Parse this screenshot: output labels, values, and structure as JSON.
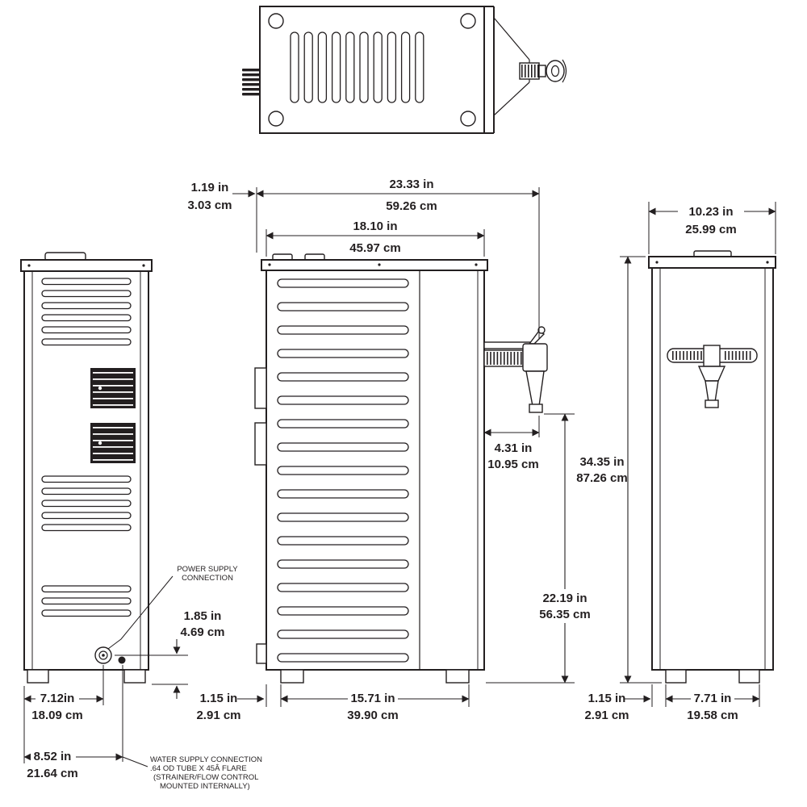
{
  "colors": {
    "ink": "#231f20",
    "paper": "#ffffff"
  },
  "dims": {
    "top_offset": {
      "in": "1.19 in",
      "cm": "3.03 cm"
    },
    "overall_depth": {
      "in": "23.33 in",
      "cm": "59.26 cm"
    },
    "cabinet_depth": {
      "in": "18.10 in",
      "cm": "45.97 cm"
    },
    "cabinet_width": {
      "in": "10.23 in",
      "cm": "25.99 cm"
    },
    "faucet_projection": {
      "in": "4.31 in",
      "cm": "10.95 cm"
    },
    "overall_height": {
      "in": "34.35 in",
      "cm": "87.26 cm"
    },
    "faucet_height": {
      "in": "22.19 in",
      "cm": "56.35 cm"
    },
    "power_conn_height": {
      "in": "1.85 in",
      "cm": "4.69 cm"
    },
    "power_conn_offset": {
      "in": "7.12in",
      "cm": "18.09 cm"
    },
    "water_conn_offset": {
      "in": "8.52 in",
      "cm": "21.64 cm"
    },
    "side_foot_inset": {
      "in": "1.15 in",
      "cm": "2.91 cm"
    },
    "foot_span_depth": {
      "in": "15.71 in",
      "cm": "39.90 cm"
    },
    "front_foot_inset": {
      "in": "1.15 in",
      "cm": "2.91 cm"
    },
    "foot_span_width": {
      "in": "7.71 in",
      "cm": "19.58 cm"
    }
  },
  "notes": {
    "power_supply": {
      "line1": "POWER SUPPLY",
      "line2": "CONNECTION"
    },
    "water_supply": {
      "line1": "WATER SUPPLY CONNECTION",
      "line2": ".64 OD TUBE X 45Â FLARE",
      "line3": "(STRAINER/FLOW CONTROL",
      "line4": "MOUNTED INTERNALLY)"
    }
  }
}
